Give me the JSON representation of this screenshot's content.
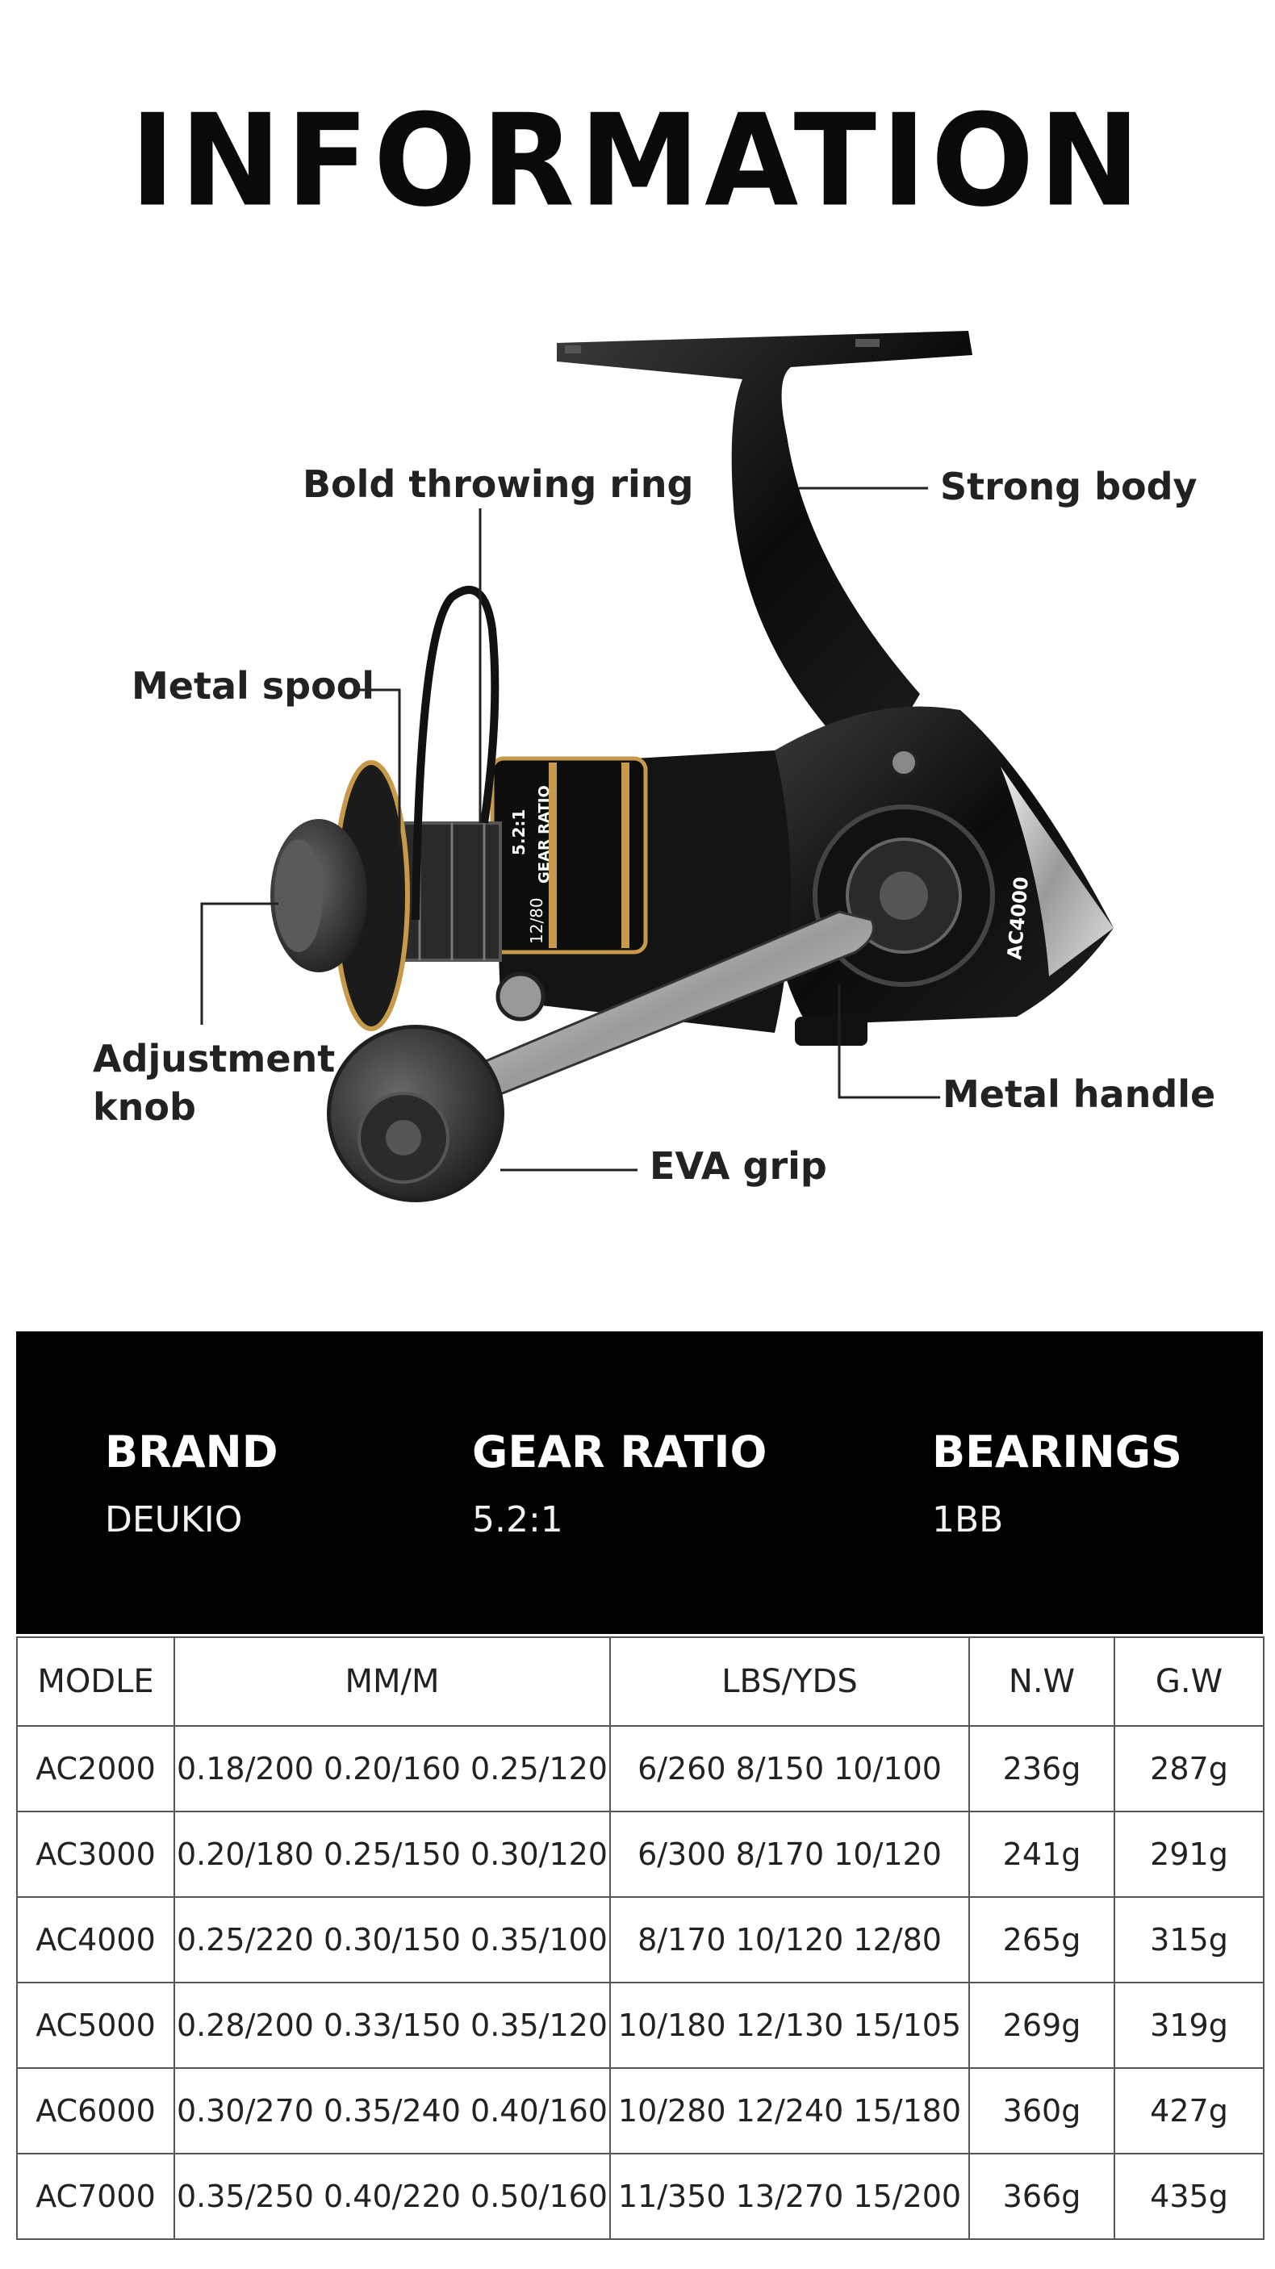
{
  "header": {
    "title": "INFORMATION"
  },
  "callouts": {
    "bold_throwing_ring": "Bold throwing ring",
    "strong_body": "Strong body",
    "metal_spool": "Metal spool",
    "adjustment_knob_line1": "Adjustment",
    "adjustment_knob_line2": "knob",
    "metal_handle": "Metal handle",
    "eva_grip": "EVA grip"
  },
  "reel_print": {
    "model": "AC4000",
    "ratio": "5.2:1",
    "ratio_label": "GEAR RATIO",
    "capacity": "12/80"
  },
  "specs": {
    "brand_label": "BRAND",
    "brand_value": "DEUKIO",
    "gear_label": "GEAR RATIO",
    "gear_value": "5.2:1",
    "bearings_label": "BEARINGS",
    "bearings_value": "1BB"
  },
  "table": {
    "headers": [
      "MODLE",
      "MM/M",
      "LBS/YDS",
      "N.W",
      "G.W"
    ],
    "rows": [
      [
        "AC2000",
        "0.18/200 0.20/160 0.25/120",
        "6/260 8/150 10/100",
        "236g",
        "287g"
      ],
      [
        "AC3000",
        "0.20/180 0.25/150 0.30/120",
        "6/300 8/170 10/120",
        "241g",
        "291g"
      ],
      [
        "AC4000",
        "0.25/220 0.30/150 0.35/100",
        "8/170 10/120 12/80",
        "265g",
        "315g"
      ],
      [
        "AC5000",
        "0.28/200 0.33/150 0.35/120",
        "10/180 12/130 15/105",
        "269g",
        "319g"
      ],
      [
        "AC6000",
        "0.30/270 0.35/240 0.40/160",
        "10/280 12/240 15/180",
        "360g",
        "427g"
      ],
      [
        "AC7000",
        "0.35/250 0.40/220 0.50/160",
        "11/350 13/270 15/200",
        "366g",
        "435g"
      ]
    ]
  },
  "colors": {
    "band": "#000000",
    "accent_gold": "#c79a4a",
    "text": "#222222"
  }
}
